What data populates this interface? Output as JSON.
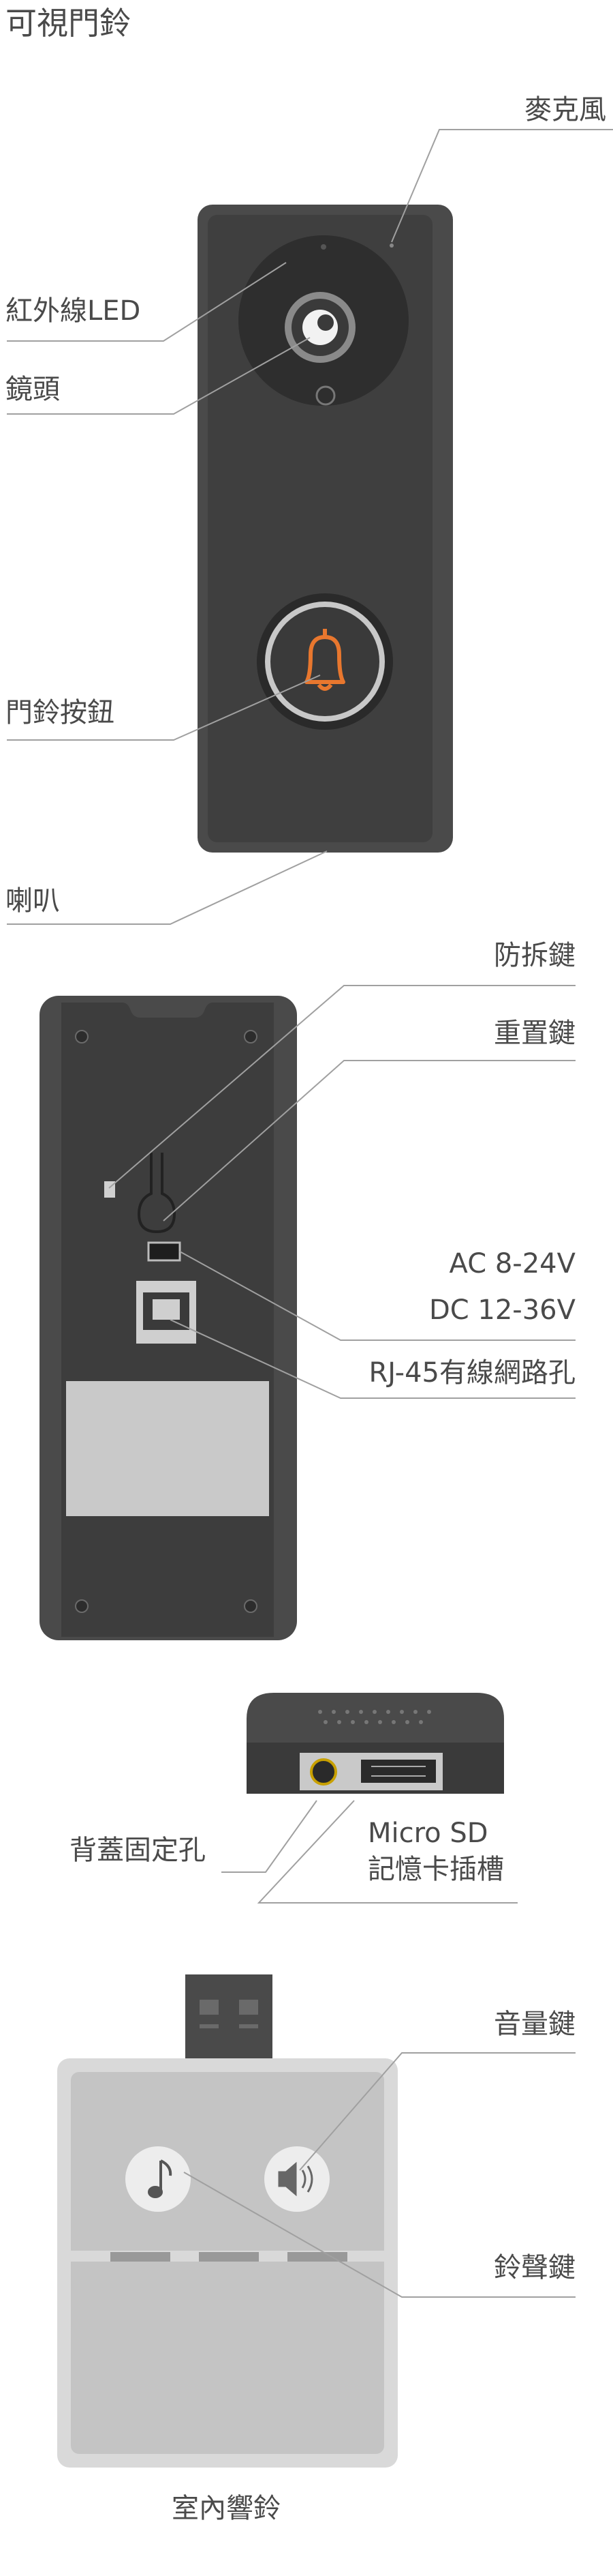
{
  "title": "可視門鈴",
  "front": {
    "microphone": "麥克風",
    "ir_led": "紅外線LED",
    "lens": "鏡頭",
    "doorbell_button": "門鈴按鈕",
    "speaker": "喇叭"
  },
  "back": {
    "tamper_key": "防拆鍵",
    "reset_key": "重置鍵",
    "ac_power": "AC 8-24V",
    "dc_power": "DC 12-36V",
    "rj45_port": "RJ-45有線網路孔"
  },
  "bottom": {
    "cover_screw_hole": "背蓋固定孔",
    "microsd_line1": "Micro SD",
    "microsd_line2": "記憶卡插槽"
  },
  "chime": {
    "volume_key": "音量鍵",
    "ringtone_key": "鈴聲鍵",
    "name": "室內響鈴"
  },
  "colors": {
    "body_dark": "#4a4a4a",
    "accent_orange": "#e8772e",
    "chime_body": "#d9d9d9"
  }
}
